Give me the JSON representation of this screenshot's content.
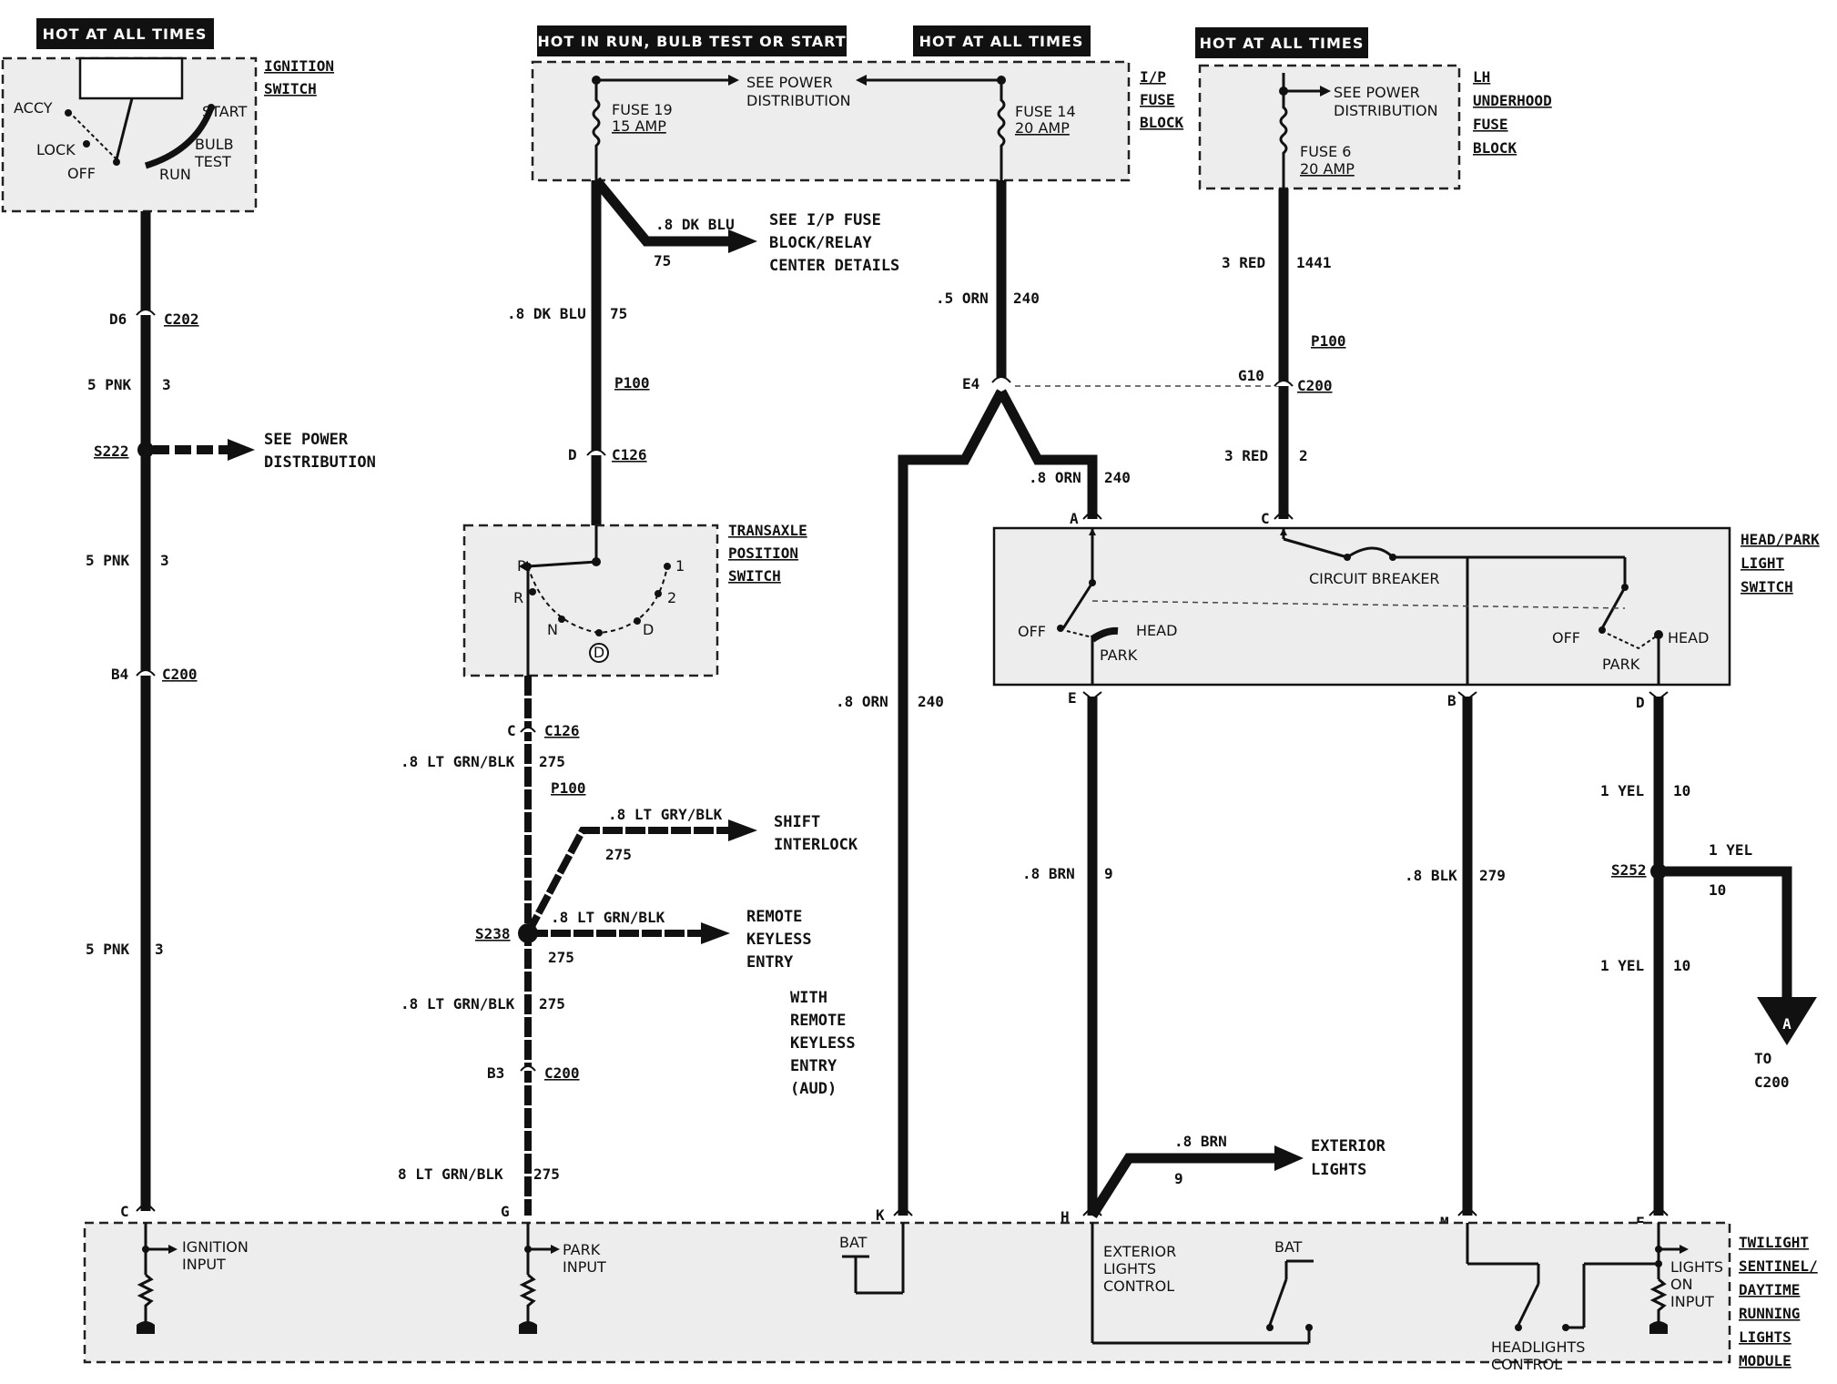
{
  "banners": {
    "hot_at_all_times_1": "HOT AT ALL TIMES",
    "hot_in_run": "HOT IN RUN, BULB TEST OR START",
    "hot_at_all_times_2": "HOT AT ALL TIMES",
    "hot_at_all_times_3": "HOT AT ALL TIMES"
  },
  "ignition_switch": {
    "title_1": "IGNITION",
    "title_2": "SWITCH",
    "accy": "ACCY",
    "lock": "LOCK",
    "off": "OFF",
    "run": "RUN",
    "start": "START",
    "bulb": "BULB",
    "test": "TEST"
  },
  "ip_fuse_block": {
    "title_1": "I/P",
    "title_2": "FUSE",
    "title_3": "BLOCK",
    "see_power_1": "SEE POWER",
    "distribution_1": "DISTRIBUTION",
    "fuse19_a": "FUSE 19",
    "fuse19_b": "15 AMP",
    "fuse14_a": "FUSE 14",
    "fuse14_b": "20 AMP"
  },
  "lh_fuse_block": {
    "title_1": "LH",
    "title_2": "UNDERHOOD",
    "title_3": "FUSE",
    "title_4": "BLOCK",
    "see_power": "SEE POWER",
    "distribution": "DISTRIBUTION",
    "fuse6_a": "FUSE 6",
    "fuse6_b": "20 AMP"
  },
  "left_column": {
    "d6": "D6",
    "c202": "C202",
    "pnk1": "5 PNK",
    "c1": "3",
    "s222": "S222",
    "see_power": "SEE POWER",
    "distribution": "DISTRIBUTION",
    "pnk2": "5 PNK",
    "c2": "3",
    "b4": "B4",
    "c200": "C200",
    "pnk3": "5 PNK",
    "c3": "3",
    "pin_c": "C"
  },
  "blue_column": {
    "dk_blu_branch": ".8 DK BLU",
    "circuit_75a": "75",
    "see_ip_1": "SEE I/P FUSE",
    "see_ip_2": "BLOCK/RELAY",
    "see_ip_3": "CENTER DETAILS",
    "dk_blu": ".8 DK BLU",
    "circuit_75b": "75",
    "p100": "P100",
    "pin_d": "D",
    "c126": "C126"
  },
  "transaxle": {
    "title_1": "TRANSAXLE",
    "title_2": "POSITION",
    "title_3": "SWITCH",
    "p": "P",
    "r": "R",
    "n": "N",
    "d_circle": "D",
    "d": "D",
    "two": "2",
    "one": "1"
  },
  "green_column": {
    "pin_c": "C",
    "c126": "C126",
    "lt_grn1": ".8 LT GRN/BLK",
    "c275a": "275",
    "p100": "P100",
    "lt_gry": ".8 LT GRY/BLK",
    "c275b": "275",
    "shift_1": "SHIFT",
    "shift_2": "INTERLOCK",
    "s238": "S238",
    "lt_grn2": ".8 LT GRN/BLK",
    "c275c": "275",
    "remote_1": "REMOTE",
    "remote_2": "KEYLESS",
    "remote_3": "ENTRY",
    "with_1": "WITH",
    "with_2": "REMOTE",
    "with_3": "KEYLESS",
    "with_4": "ENTRY",
    "with_5": "(AUD)",
    "lt_grn3": ".8 LT GRN/BLK",
    "c275d": "275",
    "b3": "B3",
    "c200": "C200",
    "lt_grn4": "8 LT GRN/BLK",
    "c275e": "275",
    "pin_g": "G"
  },
  "orange_column": {
    "orn1": ".5 ORN",
    "c240a": "240",
    "e4": "E4",
    "orn2": ".8 ORN",
    "c240b": "240",
    "orn3": ".8 ORN",
    "c240c": "240",
    "pin_a": "A",
    "pin_k": "K"
  },
  "red_column": {
    "red1": "3 RED",
    "c1441": "1441",
    "p100": "P100",
    "g10": "G10",
    "c200": "C200",
    "red2": "3 RED",
    "c2": "2",
    "pin_c": "C"
  },
  "head_park_switch": {
    "title_1": "HEAD/PARK",
    "title_2": "LIGHT",
    "title_3": "SWITCH",
    "circuit_breaker": "CIRCUIT BREAKER",
    "off_l": "OFF",
    "head_l": "HEAD",
    "park_l": "PARK",
    "off_r": "OFF",
    "head_r": "HEAD",
    "park_r": "PARK",
    "pin_e": "E",
    "pin_b": "B",
    "pin_d": "D"
  },
  "right_wires": {
    "brn1": ".8 BRN",
    "c9a": "9",
    "brn2": ".8 BRN",
    "c9b": "9",
    "exterior_1": "EXTERIOR",
    "exterior_2": "LIGHTS",
    "blk": ".8 BLK",
    "c279": "279",
    "yel1": "1 YEL",
    "c10a": "10",
    "s252": "S252",
    "yel2": "1 YEL",
    "c10b": "10",
    "yel3": "1 YEL",
    "c10c": "10",
    "arrow_a": "A",
    "to": "TO",
    "to_c200": "C200",
    "pin_h": "H",
    "pin_m": "M",
    "pin_f": "F"
  },
  "module": {
    "title_1": "TWILIGHT",
    "title_2": "SENTINEL/",
    "title_3": "DAYTIME",
    "title_4": "RUNNING",
    "title_5": "LIGHTS",
    "title_6": "MODULE",
    "ign_1": "IGNITION",
    "ign_2": "INPUT",
    "park_1": "PARK",
    "park_2": "INPUT",
    "bat1": "BAT",
    "ext_1": "EXTERIOR",
    "ext_2": "LIGHTS",
    "ext_3": "CONTROL",
    "bat2": "BAT",
    "head_1": "HEADLIGHTS",
    "head_2": "CONTROL",
    "lights_1": "LIGHTS",
    "lights_2": "ON",
    "lights_3": "INPUT"
  }
}
